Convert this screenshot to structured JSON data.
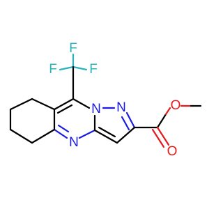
{
  "molecule": {
    "atom_colors": {
      "N": "#1a1ae6",
      "O": "#e61a1a",
      "F": "#2bb3bd"
    },
    "labels": {
      "F_top": "F",
      "F_left": "F",
      "F_right": "F",
      "N_bridge": "N",
      "N_pyrazole": "N",
      "N_ring": "N",
      "O_ether": "O",
      "O_carbonyl": "O"
    }
  }
}
